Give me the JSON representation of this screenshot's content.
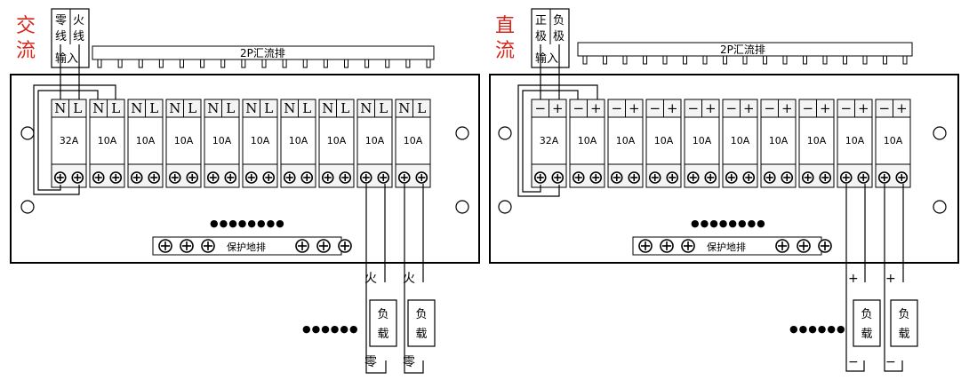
{
  "ac": {
    "title_line1": "交",
    "title_line2": "流",
    "input_label": {
      "col1": [
        "零",
        "线"
      ],
      "col2": [
        "火",
        "线"
      ],
      "bottom": "输入"
    },
    "busbar_label": "2P汇流排",
    "breakers": [
      {
        "terms": [
          "N",
          "L"
        ],
        "rating": "32A"
      },
      {
        "terms": [
          "N",
          "L"
        ],
        "rating": "10A"
      },
      {
        "terms": [
          "N",
          "L"
        ],
        "rating": "10A"
      },
      {
        "terms": [
          "N",
          "L"
        ],
        "rating": "10A"
      },
      {
        "terms": [
          "N",
          "L"
        ],
        "rating": "10A"
      },
      {
        "terms": [
          "N",
          "L"
        ],
        "rating": "10A"
      },
      {
        "terms": [
          "N",
          "L"
        ],
        "rating": "10A"
      },
      {
        "terms": [
          "N",
          "L"
        ],
        "rating": "10A"
      },
      {
        "terms": [
          "N",
          "L"
        ],
        "rating": "10A"
      },
      {
        "terms": [
          "N",
          "L"
        ],
        "rating": "10A"
      }
    ],
    "ground_bar_label": "保护地排",
    "dots_panel": "●●●●●●●●",
    "dots_loads": "●●●●●●",
    "loads": [
      {
        "top": "火",
        "label": [
          "负",
          "载"
        ],
        "bottom": "零"
      },
      {
        "top": "火",
        "label": [
          "负",
          "载"
        ],
        "bottom": "零"
      }
    ]
  },
  "dc": {
    "title_line1": "直",
    "title_line2": "流",
    "input_label": {
      "col1": [
        "正",
        "极"
      ],
      "col2": [
        "负",
        "极"
      ],
      "bottom": "输入"
    },
    "busbar_label": "2P汇流排",
    "breakers": [
      {
        "terms": [
          "−",
          "+"
        ],
        "rating": "32A"
      },
      {
        "terms": [
          "−",
          "+"
        ],
        "rating": "10A"
      },
      {
        "terms": [
          "−",
          "+"
        ],
        "rating": "10A"
      },
      {
        "terms": [
          "−",
          "+"
        ],
        "rating": "10A"
      },
      {
        "terms": [
          "−",
          "+"
        ],
        "rating": "10A"
      },
      {
        "terms": [
          "−",
          "+"
        ],
        "rating": "10A"
      },
      {
        "terms": [
          "−",
          "+"
        ],
        "rating": "10A"
      },
      {
        "terms": [
          "−",
          "+"
        ],
        "rating": "10A"
      },
      {
        "terms": [
          "−",
          "+"
        ],
        "rating": "10A"
      },
      {
        "terms": [
          "−",
          "+"
        ],
        "rating": "10A"
      }
    ],
    "ground_bar_label": "保护地排",
    "dots_panel": "●●●●●●●●",
    "dots_loads": "●●●●●●",
    "loads": [
      {
        "top": "+",
        "label": [
          "负",
          "载"
        ],
        "bottom": "−"
      },
      {
        "top": "+",
        "label": [
          "负",
          "载"
        ],
        "bottom": "−"
      }
    ]
  }
}
